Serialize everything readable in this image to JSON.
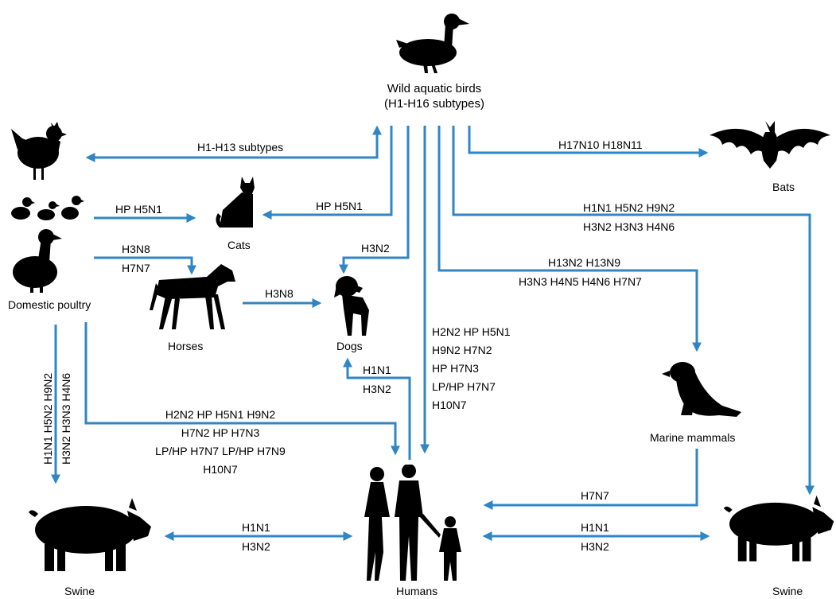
{
  "colors": {
    "arrow": "#2f86c4",
    "silhouette": "#000000"
  },
  "nodes": {
    "wild_birds": {
      "line1": "Wild aquatic birds",
      "line2": "(H1-H16 subtypes)",
      "icon": "duck-icon"
    },
    "domestic_poultry": {
      "label": "Domestic poultry",
      "icon": "poultry-icon"
    },
    "cats": {
      "label": "Cats",
      "icon": "cat-icon"
    },
    "horses": {
      "label": "Horses",
      "icon": "horse-icon"
    },
    "dogs": {
      "label": "Dogs",
      "icon": "dog-icon"
    },
    "bats": {
      "label": "Bats",
      "icon": "bat-icon"
    },
    "marine_mammals": {
      "label": "Marine mammals",
      "icon": "seal-icon"
    },
    "humans": {
      "label": "Humans",
      "icon": "humans-icon"
    },
    "swine_left": {
      "label": "Swine",
      "icon": "pig-icon"
    },
    "swine_right": {
      "label": "Swine",
      "icon": "pig-icon"
    }
  },
  "edges": {
    "birds_poultry": [
      "H1-H13 subtypes"
    ],
    "birds_bats": [
      "H17N10  H18N11"
    ],
    "birds_cats": [
      "HP H5N1"
    ],
    "poultry_cats": [
      "HP H5N1"
    ],
    "birds_dogs": [
      "H3N2"
    ],
    "poultry_horses": [
      "H3N8",
      "H7N7"
    ],
    "horses_dogs": [
      "H3N8"
    ],
    "birds_swine_right": [
      "H1N1  H5N2  H9N2",
      "H3N2  H3N3  H4N6"
    ],
    "birds_marine": [
      "H13N2  H13N9",
      "H3N3  H4N5  H4N6  H7N7"
    ],
    "birds_humans": [
      "H2N2  HP H5N1",
      "H9N2  H7N2",
      "HP H7N3",
      "LP/HP H7N7",
      "H10N7"
    ],
    "humans_dogs": [
      "H1N1",
      "H3N2"
    ],
    "poultry_humans": [
      "H2N2  HP H5N1  H9N2",
      "H7N2  HP H7N3",
      "LP/HP H7N7  LP/HP H7N9",
      "H10N7"
    ],
    "poultry_swine_left": [
      "H1N1  H5N2  H9N2",
      "H3N2  H3N3  H4N6"
    ],
    "marine_humans": [
      "H7N7"
    ],
    "swine_left_humans": [
      "H1N1",
      "H3N2"
    ],
    "humans_swine_right": [
      "H1N1",
      "H3N2"
    ]
  }
}
